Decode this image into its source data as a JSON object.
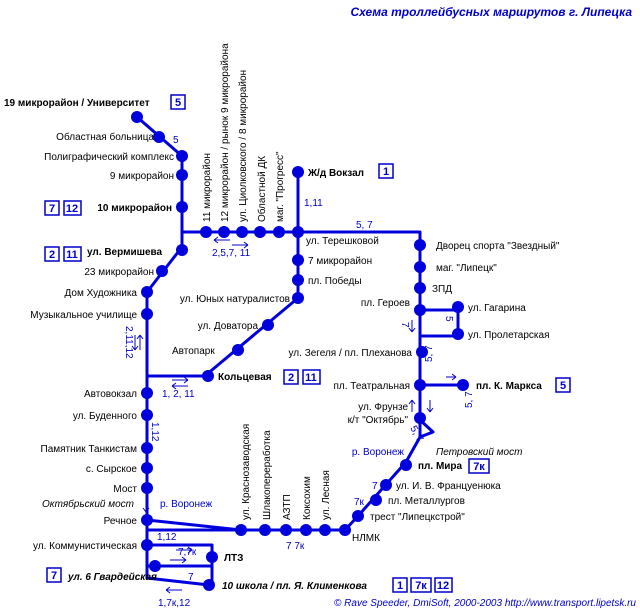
{
  "title": "Схема троллейбусных маршрутов г. Липецка",
  "footer": "© Rave Speeder, DmiSoft, 2000-2003  http://www.transport.lipetsk.ru",
  "stations": {
    "s19": "19 микрорайон / Университет",
    "oblbol": "Областная больница",
    "polytech": "Полиграфический комплекс",
    "m9": "9 микрорайон",
    "m10": "10 микрорайон",
    "vermisheva": "ул. Вермишева",
    "m23": "23 микрорайон",
    "domhud": "Дом Художника",
    "music": "Музыкальное училище",
    "avtovokzal": "Автовокзал",
    "budennogo": "ул. Буденного",
    "tankistam": "Памятник Танкистам",
    "syrskoe": "с. Сырское",
    "most": "Мост",
    "rechnoe": "Речное",
    "kommun": "ул. Коммунистическая",
    "gvard": "ул. 6 Гвардейская",
    "shkola10": "10 школа / пл. Я. Клименкова",
    "ltz": "ЛТЗ",
    "m11": "11 микрорайон",
    "m12": "12 микрорайон / рынок 9 микрорайона",
    "tsiolk": "ул. Циолковского / 8 микрорайон",
    "obldk": "Областной ДК",
    "progress": "маг. \"Прогресс\"",
    "zdvokzal": "Ж/д Вокзал",
    "tereshkovoy": "ул. Терешковой",
    "m7": "7 микрорайон",
    "pobedy": "пл. Победы",
    "yunnat": "ул. Юных натуралистов",
    "dovatora": "ул. Доватора",
    "avtopark": "Автопарк",
    "koltsevaya": "Кольцевая",
    "zvezdny": "Дворец спорта \"Звездный\"",
    "lipetsk": "маг. \"Липецк\"",
    "zpd": "ЗПД",
    "geroev": "пл. Героев",
    "gagarina": "ул. Гагарина",
    "proletarskaya": "ул. Пролетарская",
    "zegelya": "ул. Зегеля / пл. Плеханова",
    "teatralnaya": "пл. Театральная",
    "kmarksa": "пл. К. Маркса",
    "frunze": "ул. Фрунзе",
    "oktyabr": "к/т \"Октябрь\"",
    "voronezh_l": "р. Воронеж",
    "petrovsky": "Петровский мост",
    "mira": "пл. Мира",
    "frantsenyuka": "ул. И. В. Француенюка",
    "metallurgov": "пл. Металлургов",
    "lipetskstroy": "трест \"Липецкстрой\"",
    "nlmk": "НЛМК",
    "lesnaya": "ул. Лесная",
    "koksohim": "Коксохим",
    "aztp": "АЗТП",
    "shlako": "Шлакопереработка",
    "krasnozavod": "ул. Краснозаводская",
    "oktmost": "Октябрьский мост",
    "voronezh_r": "р. Воронеж"
  },
  "route_badges": {
    "s19": [
      "5"
    ],
    "m10": [
      "7",
      "12"
    ],
    "vermisheva": [
      "2",
      "11"
    ],
    "zdvokzal": [
      "1"
    ],
    "koltsevaya": [
      "2",
      "11"
    ],
    "kmarksa": [
      "5"
    ],
    "mira": [
      "7к"
    ],
    "gvard": [
      "7"
    ],
    "shkola10": [
      "1",
      "7к",
      "12"
    ]
  },
  "segment_labels": {
    "r5": "5",
    "r111": "1,11",
    "r57top": "5, 7",
    "r25711": "2,5,7, 11",
    "r2111": "2,11,12",
    "r1211": "1, 2, 11",
    "r112v": "1,12",
    "r112h": "1,12",
    "r77k": "7,7к",
    "r7": "7",
    "r17k12": "1,7к,12",
    "r7ltz": "7",
    "r77kltz": "7   7к",
    "r7k": "7к",
    "r7mira": "7",
    "r5v": "5",
    "r57a": "5, 7",
    "r57b": "5, 7",
    "r57c": "5, 7",
    "r7zpd": "7"
  },
  "colors": {
    "line": "#0000dd",
    "label_accent": "#0000cc",
    "text": "#000000"
  }
}
